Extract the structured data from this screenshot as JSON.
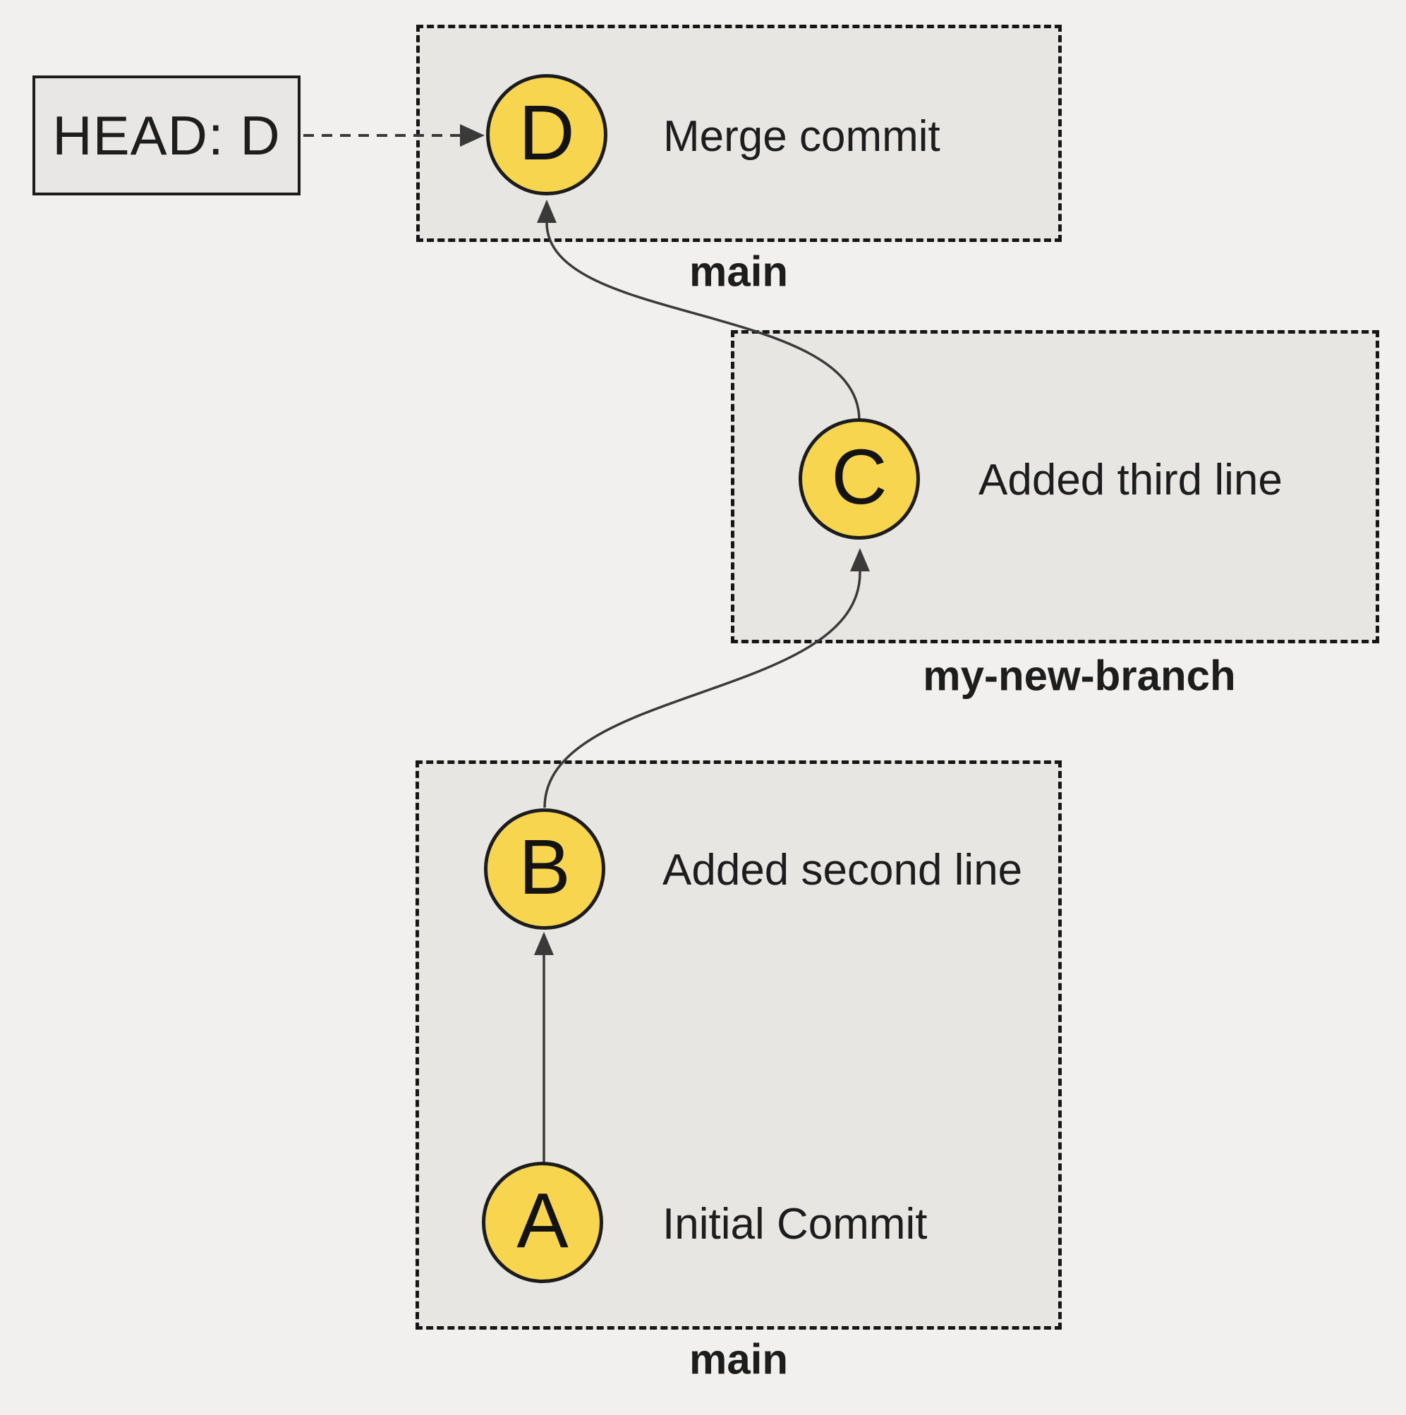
{
  "diagram": {
    "head_box": {
      "label": "HEAD: D"
    },
    "commits": [
      {
        "id": "D",
        "message": "Merge commit"
      },
      {
        "id": "C",
        "message": "Added third line"
      },
      {
        "id": "B",
        "message": "Added second line"
      },
      {
        "id": "A",
        "message": "Initial Commit"
      }
    ],
    "branch_labels": [
      {
        "text": "main",
        "position": "below-merge-box"
      },
      {
        "text": "my-new-branch",
        "position": "below-feature-box"
      },
      {
        "text": "main",
        "position": "below-bottom-box"
      }
    ],
    "edges": [
      {
        "from": "HEAD",
        "to": "D",
        "style": "dashed"
      },
      {
        "from": "A",
        "to": "B",
        "style": "solid"
      },
      {
        "from": "B",
        "to": "C",
        "style": "solid"
      },
      {
        "from": "C",
        "to": "D",
        "style": "solid"
      }
    ],
    "colors": {
      "background": "#f1f0ee",
      "panel_fill": "#e7e6e3",
      "head_box_fill": "#e8e7e5",
      "commit_fill": "#f7d54e",
      "commit_stroke": "#1c1c1c",
      "connector": "#3a3a3a",
      "text": "#1d1d1d",
      "dashed_border": "#161616"
    }
  }
}
